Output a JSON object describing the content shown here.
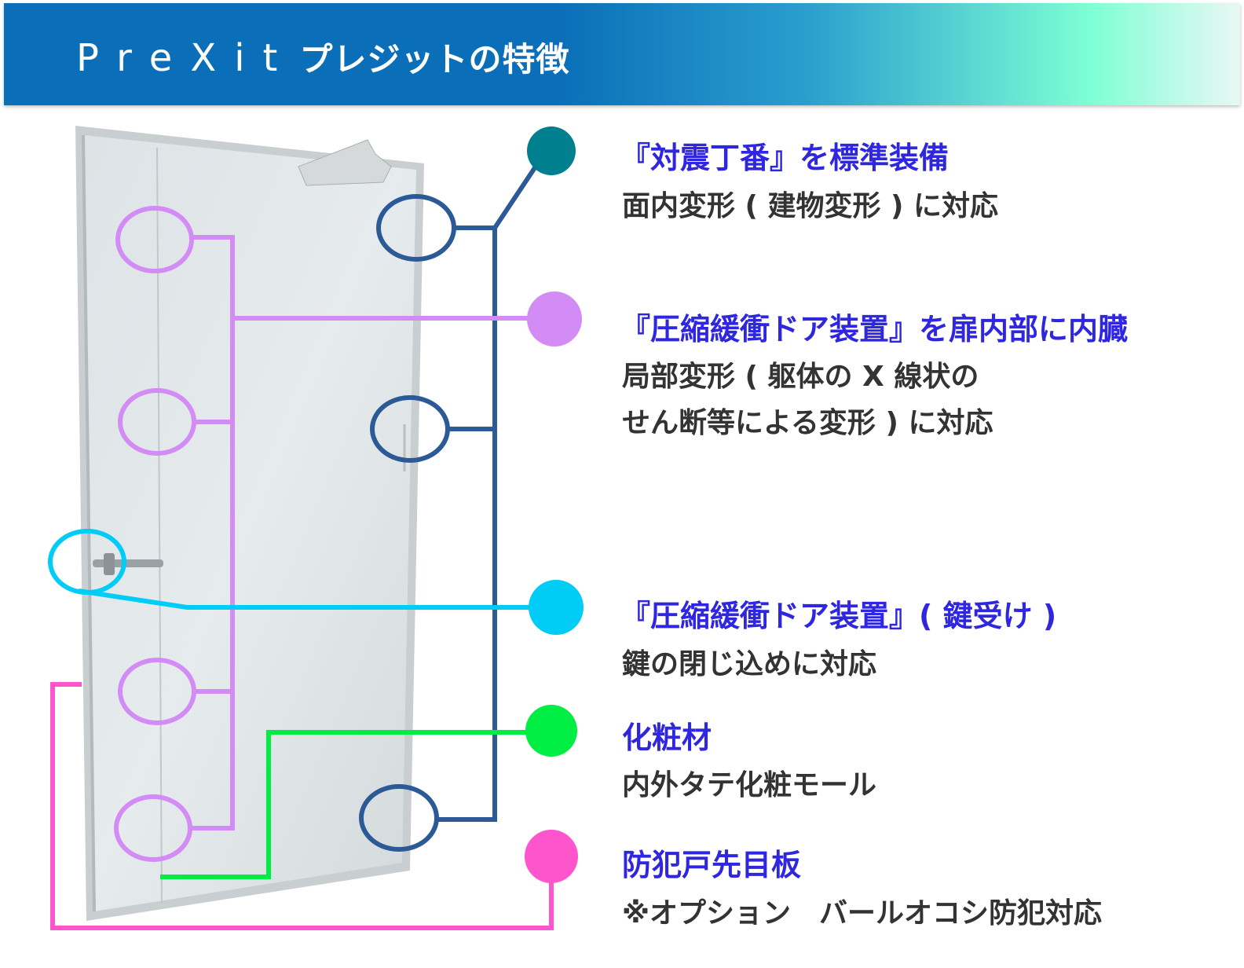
{
  "header": {
    "brand": "PreXit",
    "subtitle": "プレジットの特徴"
  },
  "features": [
    {
      "title": "『対震丁番』を標準装備",
      "description": "面内変形 ( 建物変形 ) に対応",
      "color": "#00808f"
    },
    {
      "title": "『圧縮緩衝ドア装置』を扉内部に内臓",
      "description_lines": [
        "局部変形 ( 躯体の X 線状の",
        "せん断等による変形 ) に対応"
      ],
      "color": "#d38cf5"
    },
    {
      "title": "『圧縮緩衝ドア装置』( 鍵受け )",
      "description": "鍵の閉じ込めに対応",
      "color": "#00ccf5"
    },
    {
      "title": "化粧材",
      "description": "内外タテ化粧モール",
      "color": "#00ee44"
    },
    {
      "title": "防犯戸先目板",
      "description": "※オプション　バールオコシ防犯対応",
      "color": "#ff55cc"
    }
  ],
  "callout_colors": {
    "hinge": "#2c5a96",
    "buffer": "#d38cf5",
    "lock": "#00ccf5",
    "trim": "#00ee44",
    "security": "#ff55cc"
  }
}
